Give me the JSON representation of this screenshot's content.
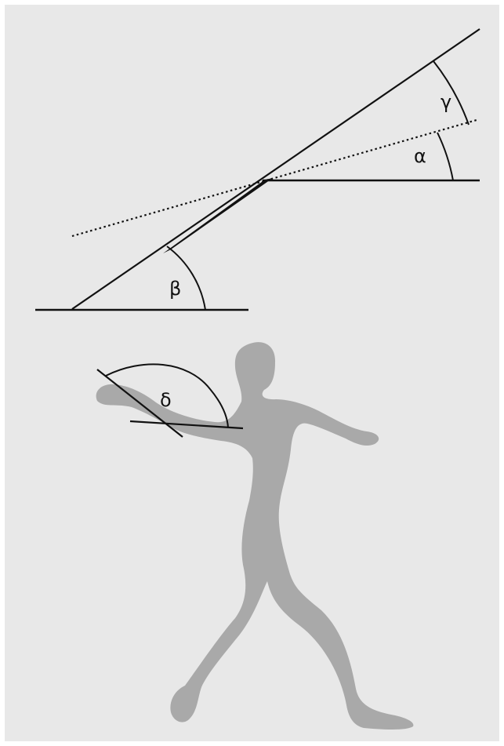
{
  "labels": {
    "alpha": "α",
    "beta": "β",
    "gamma": "γ",
    "delta": "δ"
  },
  "colors": {
    "background": "#e8e8e8",
    "border": "#ffffff",
    "line": "#111111",
    "silhouette": "#a9a9a9"
  }
}
